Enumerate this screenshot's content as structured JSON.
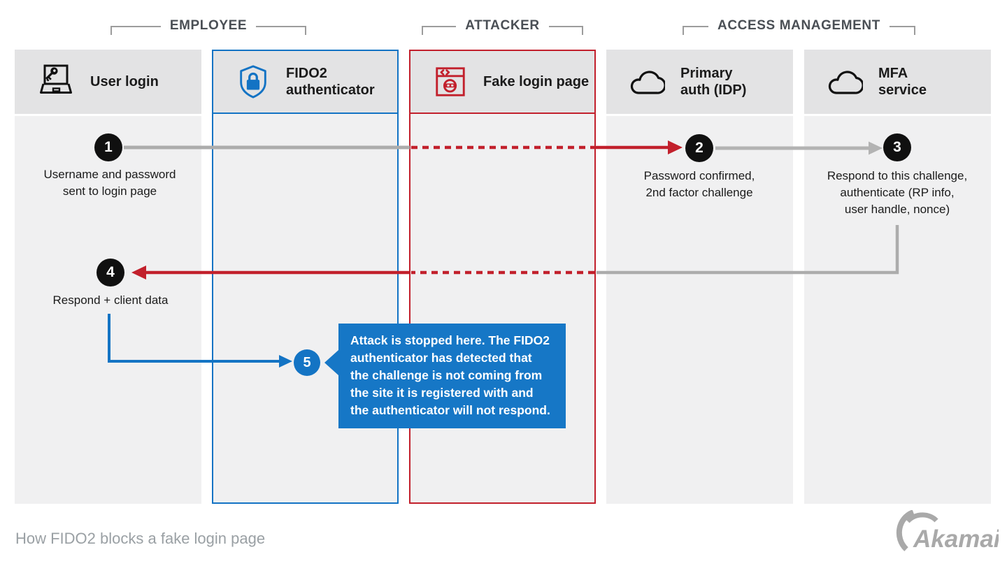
{
  "groups": [
    {
      "label": "EMPLOYEE"
    },
    {
      "label": "ATTACKER"
    },
    {
      "label": "ACCESS MANAGEMENT"
    }
  ],
  "lanes": [
    {
      "label": "User login",
      "icon": "laptop-key-icon",
      "accent": "none"
    },
    {
      "label": "FIDO2\nauthenticator",
      "icon": "shield-lock-icon",
      "accent": "blue"
    },
    {
      "label": "Fake login page",
      "icon": "fake-login-page-icon",
      "accent": "red"
    },
    {
      "label": "Primary\nauth (IDP)",
      "icon": "cloud-icon",
      "accent": "none"
    },
    {
      "label": "MFA\nservice",
      "icon": "cloud-icon",
      "accent": "none"
    }
  ],
  "steps": [
    {
      "number": "1",
      "text": "Username and password\nsent to login page"
    },
    {
      "number": "2",
      "text": "Password confirmed,\n2nd factor challenge"
    },
    {
      "number": "3",
      "text": "Respond to this challenge,\nauthenticate (RP info,\nuser handle, nonce)"
    },
    {
      "number": "4",
      "text": "Respond + client data"
    },
    {
      "number": "5",
      "text": ""
    }
  ],
  "callout": {
    "text": "Attack is stopped here. The FIDO2\nauthenticator has detected that\nthe challenge is not coming from\nthe site it is registered with and\nthe authenticator will not respond."
  },
  "footer": {
    "caption": "How FIDO2 blocks a fake login page"
  },
  "logo": {
    "text": "Akamai"
  },
  "colors": {
    "blue_accent": "#1373c4",
    "callout_blue": "#1677c6",
    "red_accent": "#c2202c",
    "gray_line": "#acacac",
    "badge_black": "#101010",
    "header_fill": "#e3e3e4",
    "body_fill": "#f0f0f1",
    "bracket_gray": "#9c9c9c",
    "caption_gray": "#9aa0a4",
    "logo_gray": "#a9a9a9"
  }
}
